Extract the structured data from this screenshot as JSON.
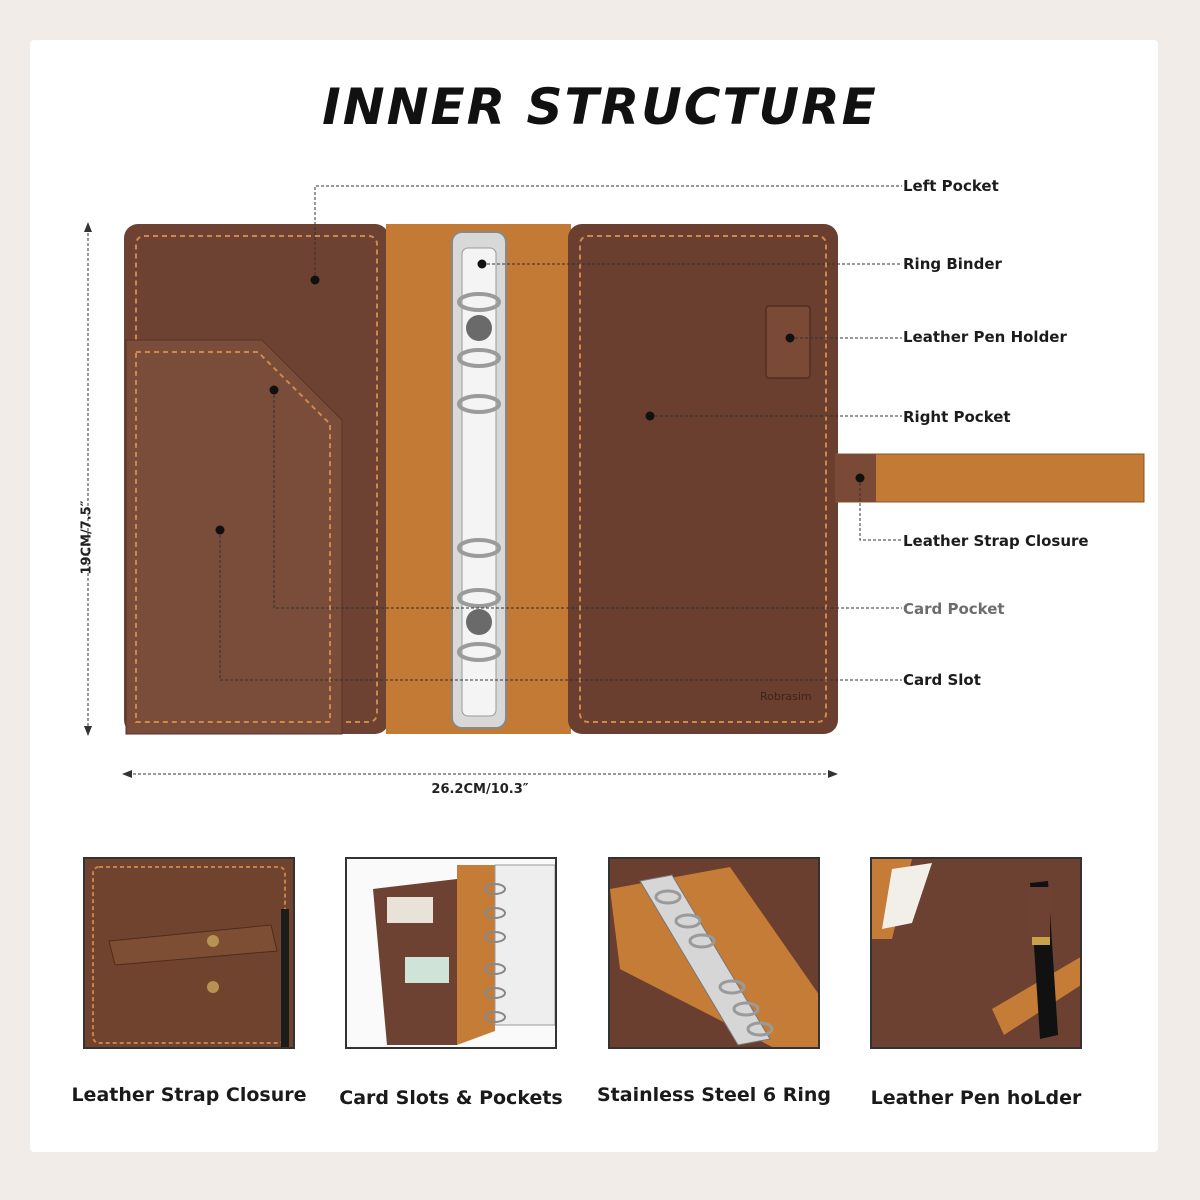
{
  "title": "INNER STRUCTURE",
  "callouts": {
    "left_pocket": "Left Pocket",
    "ring_binder": "Ring Binder",
    "pen_holder": "Leather Pen Holder",
    "right_pocket": "Right Pocket",
    "strap_closure": "Leather Strap Closure",
    "card_pocket": "Card Pocket",
    "card_slot": "Card Slot"
  },
  "dimensions": {
    "height": "19CM/7.5″",
    "width": "26.2CM/10.3″"
  },
  "brand_emboss": "Robrasim",
  "captions": [
    "Leather Strap Closure",
    "Card Slots & Pockets",
    "Stainless Steel 6 Ring",
    "Leather Pen hoLder"
  ],
  "colors": {
    "leather_dark": "#6a3f30",
    "leather_tan": "#c27a34",
    "ring_metal": "#d8d8d8",
    "stitch": "#d0884a"
  }
}
